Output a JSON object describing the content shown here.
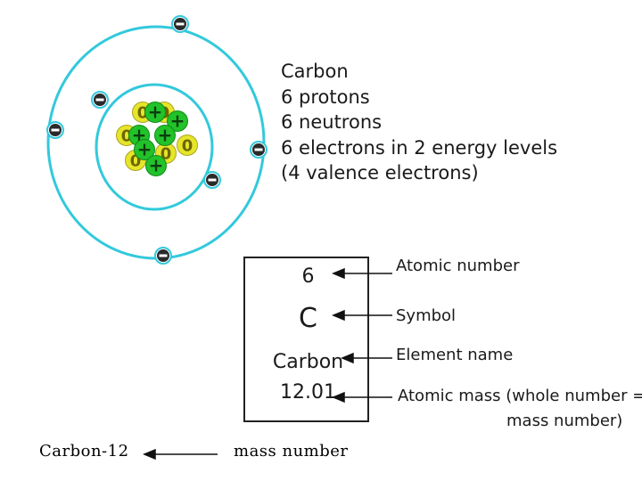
{
  "atom": {
    "electron_symbol": "-",
    "proton_symbol": "+",
    "neutron_symbol": "0",
    "colors": {
      "orbit": "#33c9dc",
      "electron": "#2a2a2a",
      "proton": "#22c22a",
      "neutron": "#e7e52a",
      "neutron_text": "#6b6600"
    }
  },
  "info": {
    "lines": [
      "Carbon",
      "6 protons",
      "6 neutrons",
      "6 electrons in 2 energy levels",
      "(4 valence electrons)"
    ]
  },
  "card": {
    "atomic_number": "6",
    "symbol": "C",
    "name": "Carbon",
    "mass": "12.01"
  },
  "labels": {
    "atomic_number": "Atomic number",
    "symbol": "Symbol",
    "element_name": "Element name",
    "atomic_mass_line1": "Atomic mass (whole number =",
    "atomic_mass_line2": "mass number)"
  },
  "bottom": {
    "left": "Carbon-12",
    "right": "mass number"
  }
}
